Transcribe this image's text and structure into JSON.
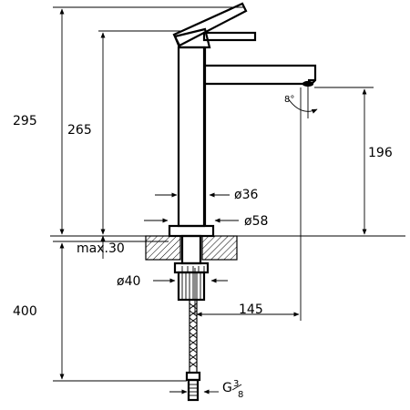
{
  "dimensions": {
    "total_height": "295",
    "body_height": "265",
    "spout_height": "196",
    "body_diameter": "ø36",
    "base_diameter": "ø58",
    "max_deck": "max.30",
    "shank_diameter": "ø40",
    "hose_length": "400",
    "spout_reach": "145",
    "thread_prefix": "G",
    "thread_num": "3",
    "thread_den": "8",
    "spray_angle": "8°"
  },
  "colors": {
    "line": "#000000",
    "hatch": "#000000",
    "background": "#ffffff"
  }
}
